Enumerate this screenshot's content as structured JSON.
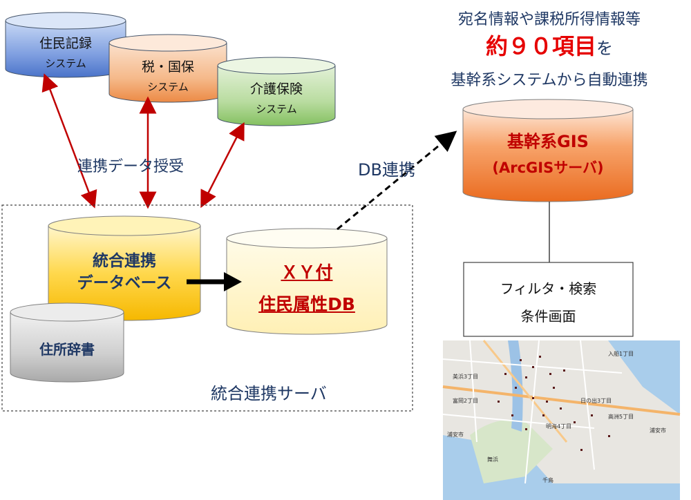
{
  "systems": {
    "jumin": {
      "title": "住民記録",
      "sub": "システム"
    },
    "zei": {
      "title": "税・国保",
      "sub": "システム"
    },
    "kaigo": {
      "title": "介護保険",
      "sub": "システム"
    }
  },
  "labels": {
    "renkei_data": "連携データ授受",
    "db_renkei": "DB連携",
    "server": "統合連携サーバ"
  },
  "databases": {
    "togo": {
      "line1": "統合連携",
      "line2": "データベース"
    },
    "xy": {
      "line1": "ＸＹ付",
      "line2": "住民属性DB"
    },
    "jusho": {
      "title": "住所辞書"
    },
    "gis": {
      "line1": "基幹系GIS",
      "line2": "(ArcGISサーバ)"
    }
  },
  "headline": {
    "line1": "宛名情報や課税所得情報等",
    "highlight": "約９０項目",
    "particle": "を",
    "line3": "基幹系システムから自動連携"
  },
  "filter_box": {
    "line1": "フィルタ・検索",
    "line2": "条件画面"
  },
  "map": {
    "labels": [
      "浦安市",
      "浦安市",
      "舞浜",
      "入船1丁目",
      "美浜3丁目",
      "富岡2丁目",
      "日の出3丁目",
      "明海4丁目",
      "高洲5丁目",
      "千鳥"
    ]
  }
}
